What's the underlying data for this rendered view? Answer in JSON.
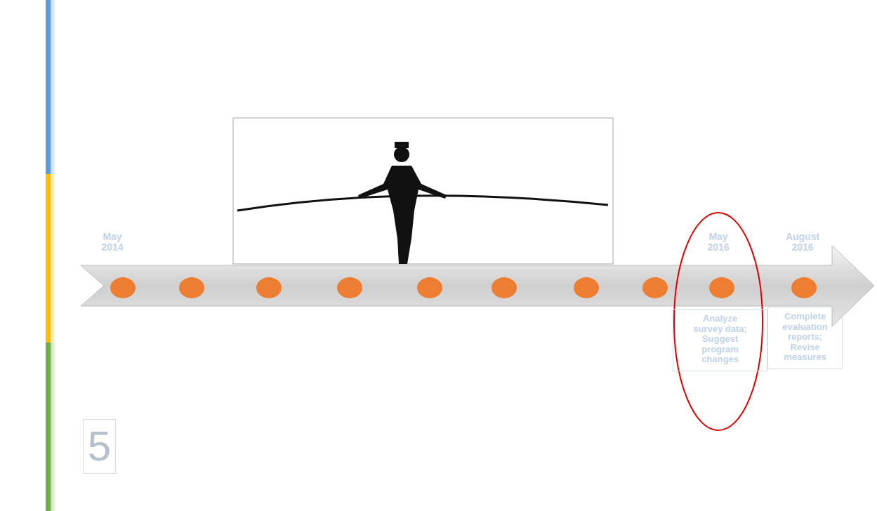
{
  "diagram": {
    "nodes": [
      {
        "text": [
          "Analyze survey data; Suggest program changes"
        ]
      },
      {
        "text": [
          "Complete evaluation reports; Revise measures"
        ]
      }
    ],
    "labels": [
      "May 2014",
      "May 2016",
      "August 2016",
      "5"
    ]
  }
}
